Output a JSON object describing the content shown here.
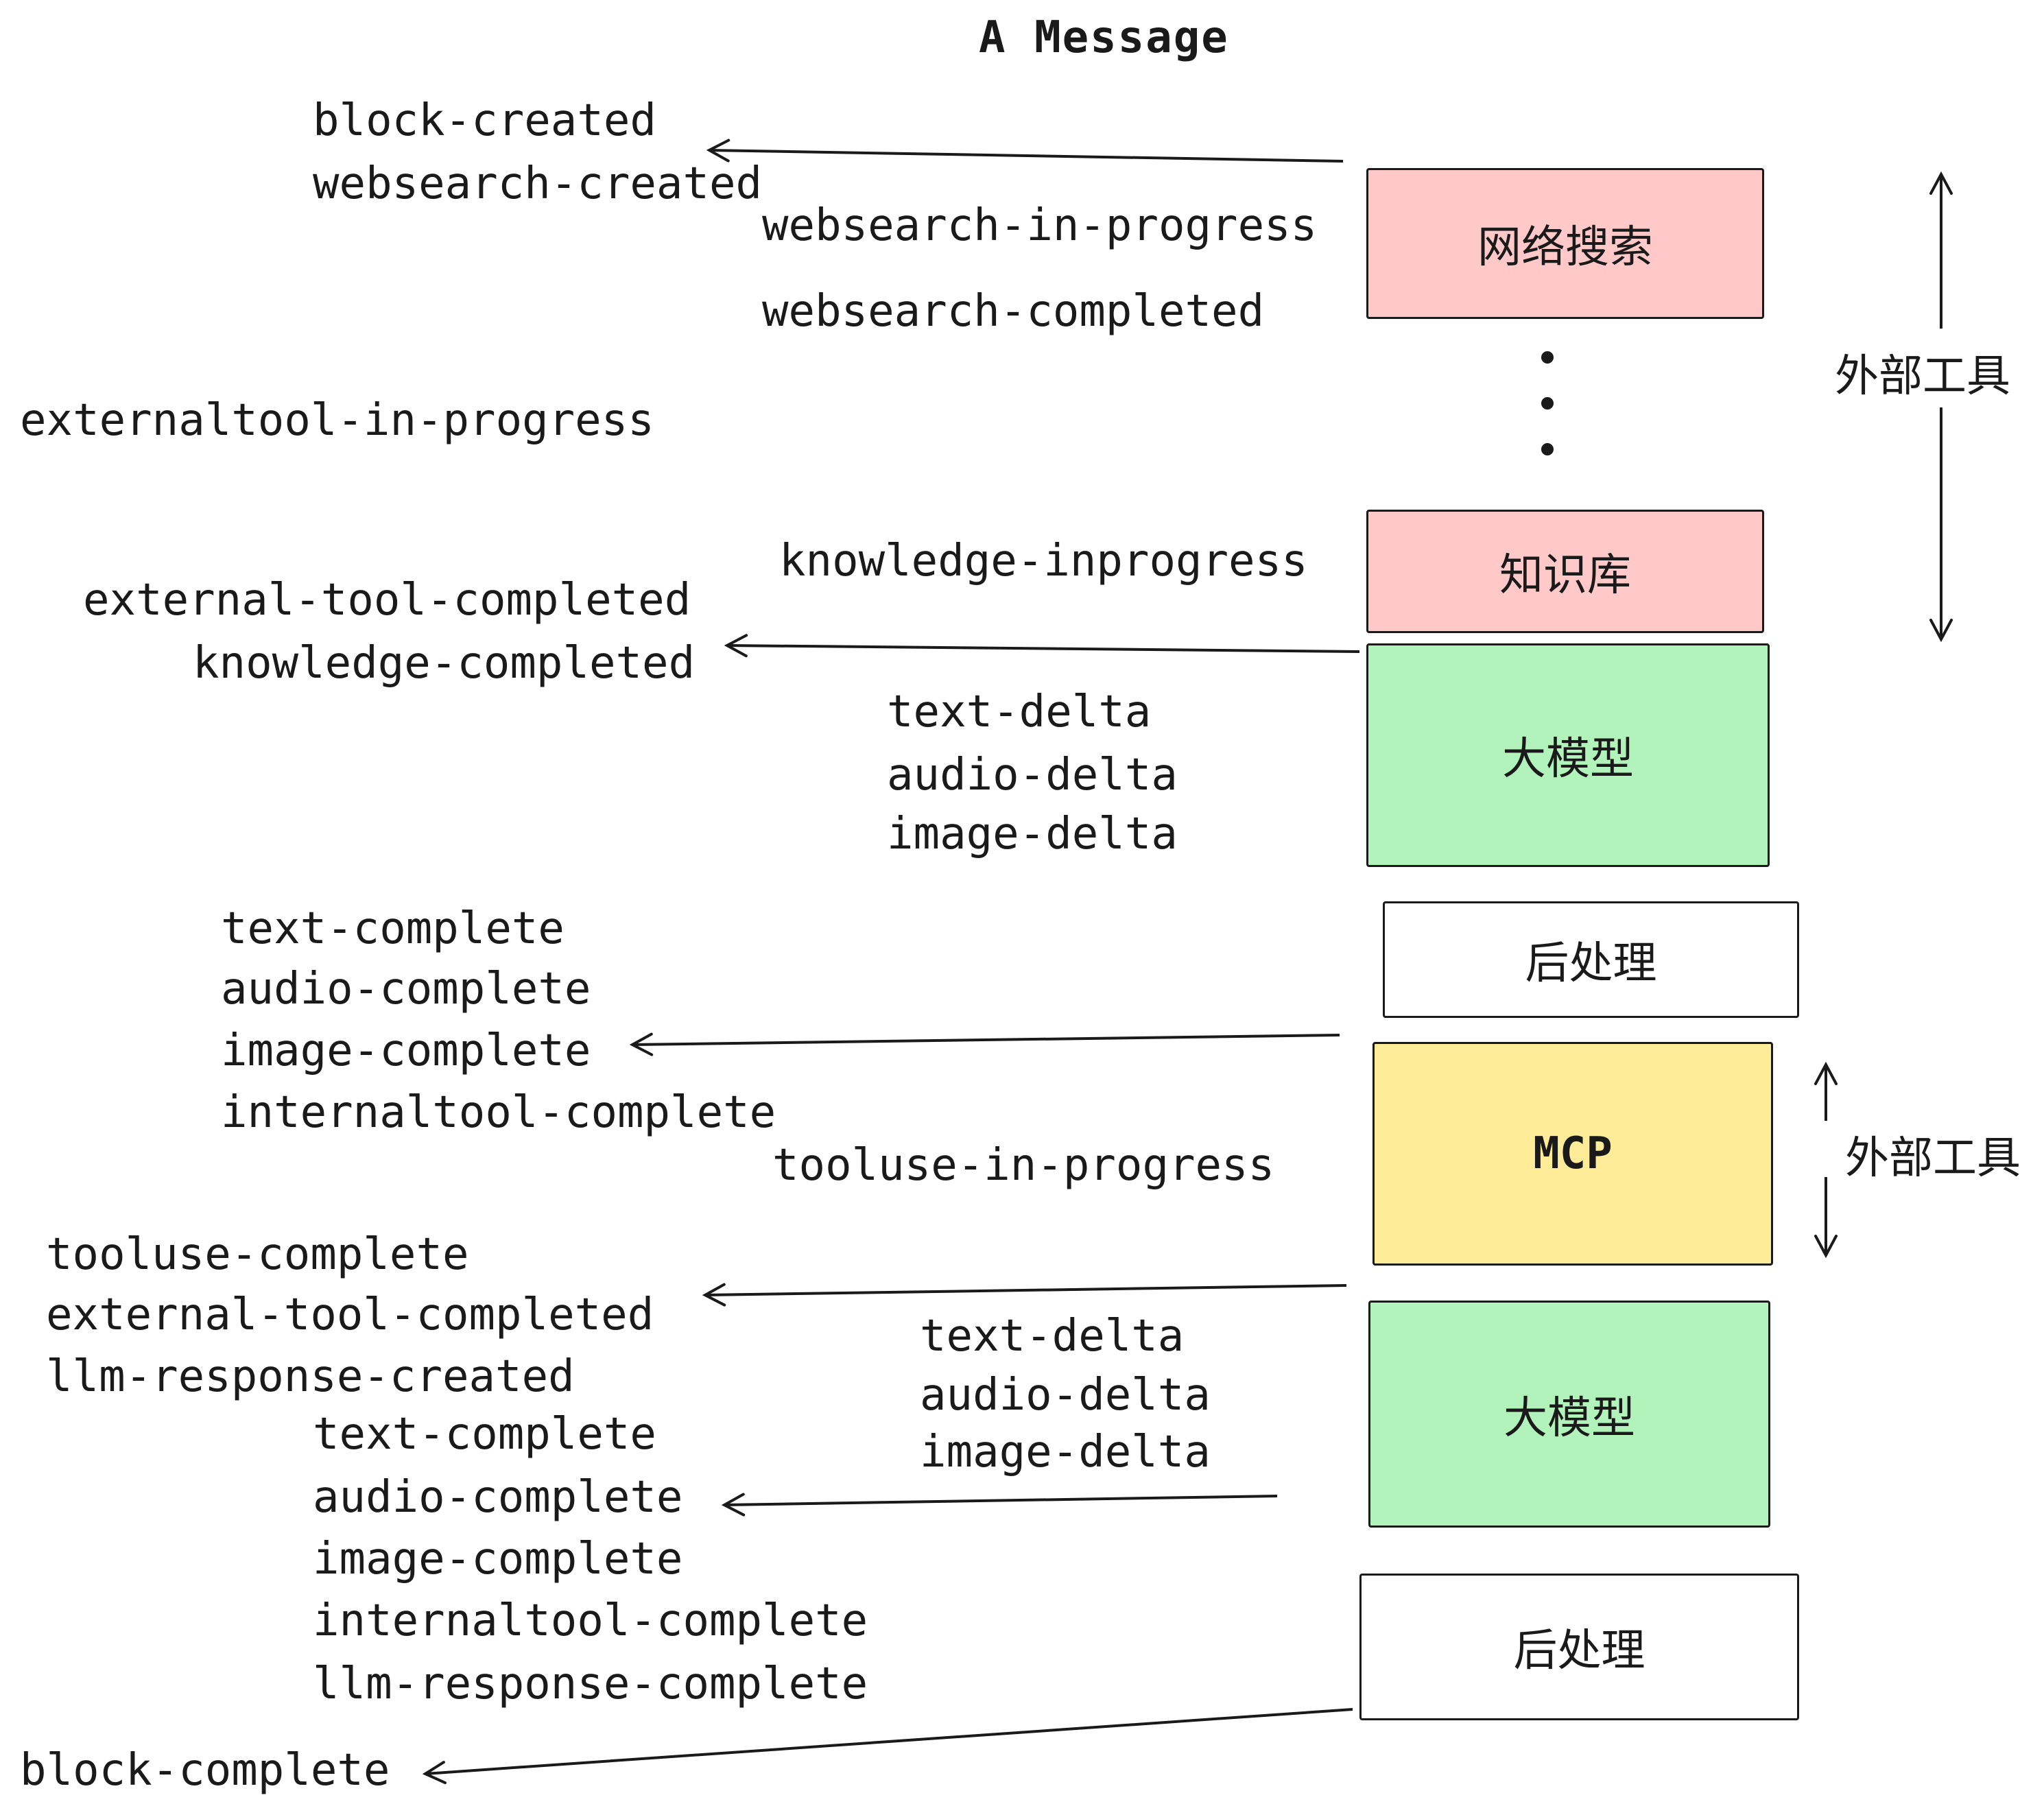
{
  "title": "A Message",
  "colors": {
    "pink": "#ffc9c9",
    "green": "#b2f2bb",
    "yellow": "#ffec99",
    "white": "#ffffff",
    "ink": "#1a1a1a"
  },
  "boxes": [
    {
      "id": "websearch",
      "label": "网络搜索",
      "color": "pink"
    },
    {
      "id": "knowledge",
      "label": "知识库",
      "color": "pink"
    },
    {
      "id": "llm-1",
      "label": "大模型",
      "color": "green"
    },
    {
      "id": "post-1",
      "label": "后处理",
      "color": "white"
    },
    {
      "id": "mcp",
      "label": "MCP",
      "color": "yellow"
    },
    {
      "id": "llm-2",
      "label": "大模型",
      "color": "green"
    },
    {
      "id": "post-2",
      "label": "后处理",
      "color": "white"
    }
  ],
  "side_labels": [
    {
      "label": "外部工具"
    },
    {
      "label": "外部工具"
    }
  ],
  "events": [
    {
      "text": "block-created"
    },
    {
      "text": "websearch-created"
    },
    {
      "text": "websearch-in-progress"
    },
    {
      "text": "websearch-completed"
    },
    {
      "text": "externaltool-in-progress"
    },
    {
      "text": "knowledge-inprogress"
    },
    {
      "text": "external-tool-completed"
    },
    {
      "text": "knowledge-completed"
    },
    {
      "text": "text-delta"
    },
    {
      "text": "audio-delta"
    },
    {
      "text": "image-delta"
    },
    {
      "text": "text-complete"
    },
    {
      "text": "audio-complete"
    },
    {
      "text": "image-complete"
    },
    {
      "text": "internaltool-complete"
    },
    {
      "text": "tooluse-in-progress"
    },
    {
      "text": "tooluse-complete"
    },
    {
      "text": "external-tool-completed"
    },
    {
      "text": "llm-response-created"
    },
    {
      "text": "text-complete"
    },
    {
      "text": "audio-complete"
    },
    {
      "text": "image-complete"
    },
    {
      "text": "internaltool-complete"
    },
    {
      "text": "llm-response-complete"
    },
    {
      "text": "block-complete"
    }
  ]
}
